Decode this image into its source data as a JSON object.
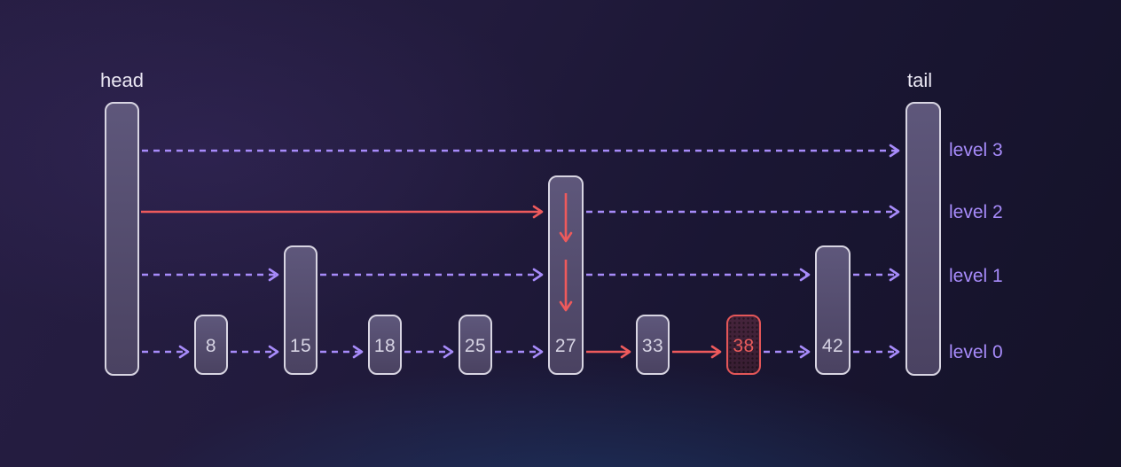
{
  "skiplist": {
    "head_label": "head",
    "tail_label": "tail",
    "level_labels": [
      "level 3",
      "level 2",
      "level 1",
      "level 0"
    ],
    "nodes": [
      {
        "value": "8",
        "top_level": 0
      },
      {
        "value": "15",
        "top_level": 1
      },
      {
        "value": "18",
        "top_level": 0
      },
      {
        "value": "25",
        "top_level": 0
      },
      {
        "value": "27",
        "top_level": 2
      },
      {
        "value": "33",
        "top_level": 0
      },
      {
        "value": "38",
        "top_level": 0,
        "highlighted": true
      },
      {
        "value": "42",
        "top_level": 1
      }
    ],
    "highlighted_value": "38",
    "colors": {
      "background_top_left": "#271e44",
      "background_bottom_right": "#141228",
      "bottom_glow": "#20467d",
      "node_fill_top": "#5e577b",
      "node_fill_bottom": "#4a4261",
      "node_border": "#d8d5e2",
      "node_text": "#d7d4e4",
      "pointer_arrow_dashed": "#a78bfa",
      "search_path_red": "#ee5a5c",
      "highlight_fill": "#3d2036",
      "highlight_border": "#e35658",
      "highlight_text": "#ea5c5c",
      "level_label_text": "#a78bfa",
      "column_label_text": "#eae7f3"
    }
  }
}
